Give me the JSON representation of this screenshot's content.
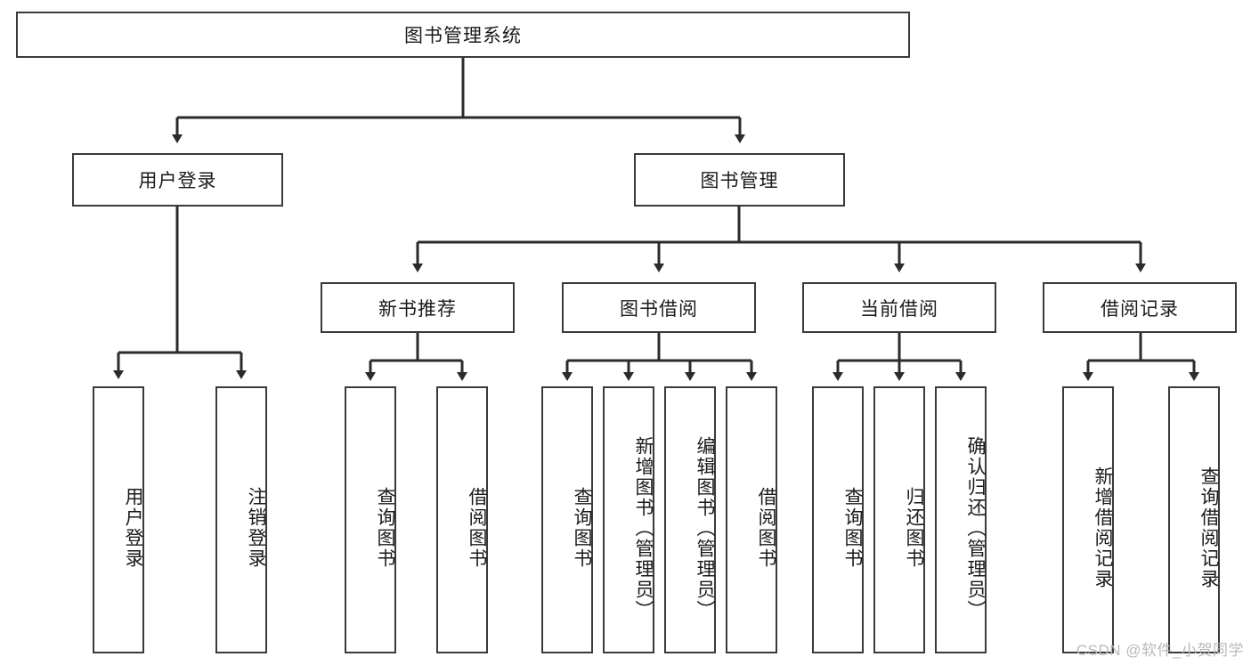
{
  "diagram": {
    "title": "图书管理系统",
    "type": "tree",
    "watermark": "CSDN @软件_小贺同学",
    "colors": {
      "box_stroke": "#3a3a3a",
      "box_fill": "#ffffff",
      "connector": "#2b2b2b",
      "text": "#1b1b1b",
      "watermark": "#b9b9b9",
      "background": "#ffffff"
    },
    "nodes": {
      "root": {
        "label": "图书管理系统"
      },
      "level2": [
        {
          "id": "user-login",
          "label": "用户登录"
        },
        {
          "id": "book-manage",
          "label": "图书管理"
        }
      ],
      "level3": [
        {
          "id": "new-book-rec",
          "label": "新书推荐"
        },
        {
          "id": "book-borrow",
          "label": "图书借阅"
        },
        {
          "id": "current-borrow",
          "label": "当前借阅"
        },
        {
          "id": "borrow-record",
          "label": "借阅记录"
        }
      ],
      "leaves": [
        {
          "id": "leaf-user-login",
          "label": "用户登录",
          "parent": "user-login"
        },
        {
          "id": "leaf-logout",
          "label": "注销登录",
          "parent": "user-login"
        },
        {
          "id": "leaf-query-book-1",
          "label": "查询图书",
          "parent": "new-book-rec"
        },
        {
          "id": "leaf-borrow-book-1",
          "label": "借阅图书",
          "parent": "new-book-rec"
        },
        {
          "id": "leaf-query-book-2",
          "label": "查询图书",
          "parent": "book-borrow"
        },
        {
          "id": "leaf-add-book",
          "label": "新增图书（管理员）",
          "parent": "book-borrow"
        },
        {
          "id": "leaf-edit-book",
          "label": "编辑图书（管理员）",
          "parent": "book-borrow"
        },
        {
          "id": "leaf-borrow-book-2",
          "label": "借阅图书",
          "parent": "book-borrow"
        },
        {
          "id": "leaf-query-book-3",
          "label": "查询图书",
          "parent": "current-borrow"
        },
        {
          "id": "leaf-return-book",
          "label": "归还图书",
          "parent": "current-borrow"
        },
        {
          "id": "leaf-confirm-return",
          "label": "确认归还（管理员）",
          "parent": "current-borrow"
        },
        {
          "id": "leaf-add-record",
          "label": "新增借阅记录",
          "parent": "borrow-record"
        },
        {
          "id": "leaf-query-record",
          "label": "查询借阅记录",
          "parent": "borrow-record"
        }
      ]
    }
  }
}
